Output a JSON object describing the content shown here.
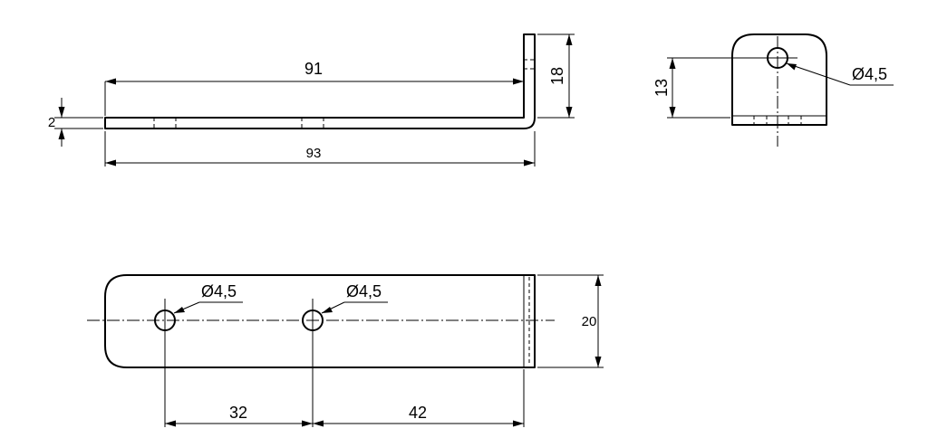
{
  "dimensions": {
    "top_length_inner": "91",
    "top_length_total": "93",
    "top_height": "18",
    "thickness": "2",
    "side_hole_height": "13",
    "side_hole_dia": "Ø4,5",
    "plan_hole1_dia": "Ø4,5",
    "plan_hole2_dia": "Ø4,5",
    "plan_width": "20",
    "plan_spacing_1": "32",
    "plan_spacing_2": "42"
  }
}
